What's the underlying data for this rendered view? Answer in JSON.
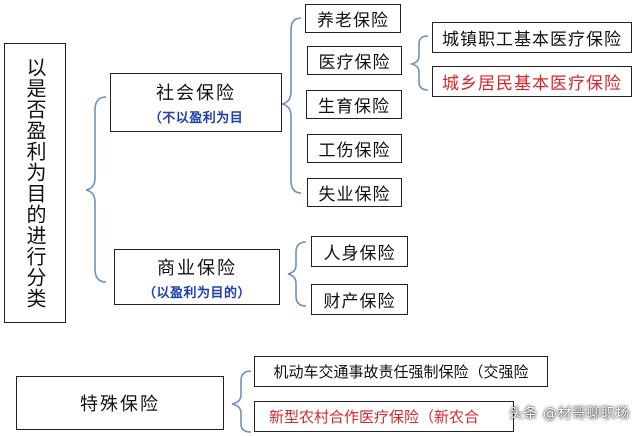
{
  "root": {
    "label": "以是否盈利为目的进行分类"
  },
  "social": {
    "label": "社会保险",
    "sub": "（不以盈利为目"
  },
  "commercial": {
    "label": "商业保险",
    "sub": "（以盈利为目的）"
  },
  "social_items": [
    "养老保险",
    "医疗保险",
    "生育保险",
    "工伤保险",
    "失业保险"
  ],
  "medical_items": [
    {
      "label": "城镇职工基本医疗保险",
      "color": "#111111"
    },
    {
      "label": "城乡居民基本医疗保险",
      "color": "#d8262c"
    }
  ],
  "commercial_items": [
    "人身保险",
    "财产保险"
  ],
  "special": {
    "label": "特殊保险"
  },
  "special_items": [
    {
      "label": "机动车交通事故责任强制保险（交强险",
      "color": "#111111"
    },
    {
      "label": "新型农村合作医疗保险（新农合",
      "color": "#d8262c"
    }
  ],
  "watermark": {
    "text": "头条 @材哥聊职场"
  },
  "colors": {
    "brace": "#7090c0",
    "highlight": "#d8262c",
    "subtitle": "#1f3fae"
  }
}
